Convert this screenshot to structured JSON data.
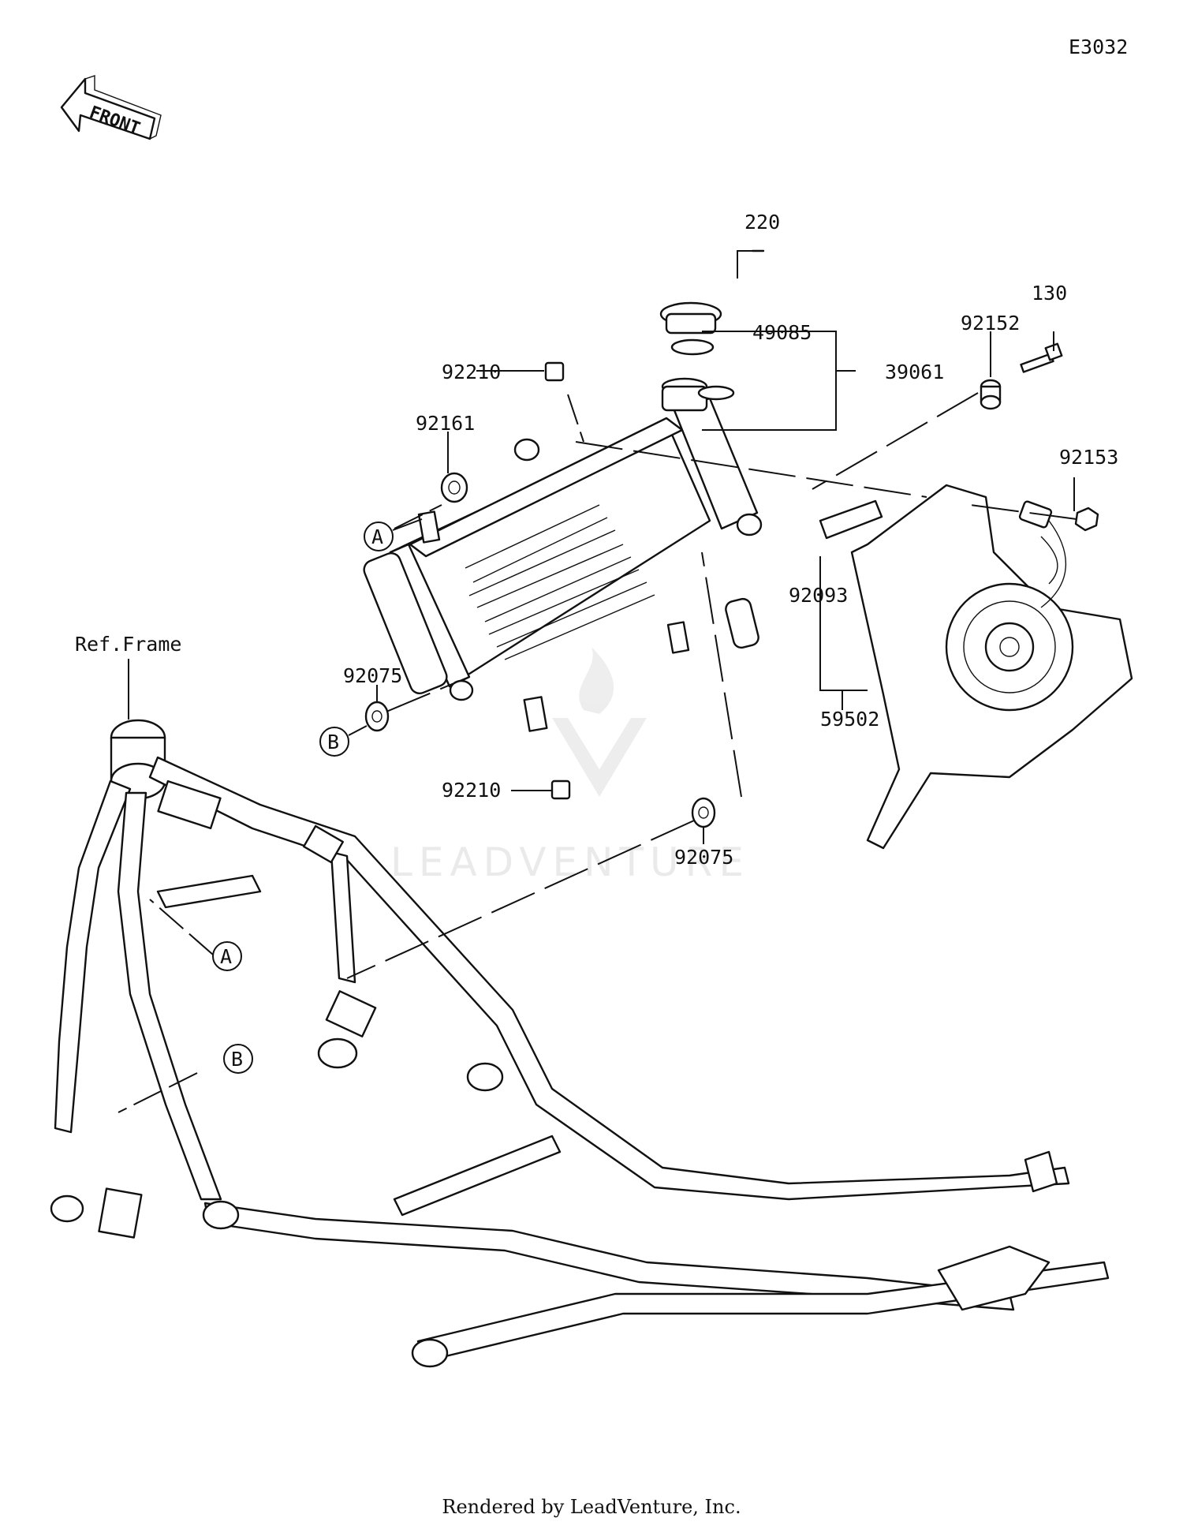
{
  "diagram_code": "E3032",
  "front_label": "FRONT",
  "ref_label": "Ref.Frame",
  "parts": {
    "p220": "220",
    "p49085": "49085",
    "p39061": "39061",
    "p130": "130",
    "p92152": "92152",
    "p92153": "92153",
    "p92210_top": "92210",
    "p92161": "92161",
    "p92093": "92093",
    "p59502": "59502",
    "p92075_left": "92075",
    "p92210_bottom": "92210",
    "p92075_right": "92075"
  },
  "callouts": {
    "a": "A",
    "b": "B"
  },
  "watermark": "LEADVENTURE",
  "footer": "Rendered by LeadVenture, Inc."
}
